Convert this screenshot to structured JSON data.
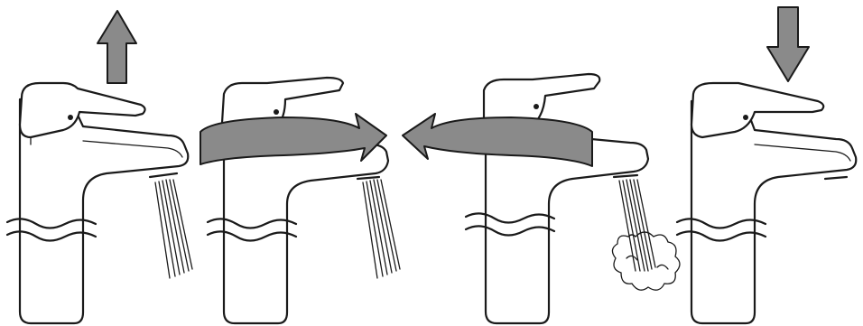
{
  "panels": [
    {
      "id": "lift-lever-up",
      "arrow": "up-arrow",
      "water": "cold-stream"
    },
    {
      "id": "rotate-lever-right",
      "arrow": "curved-right-arrow",
      "water": "cold-stream"
    },
    {
      "id": "rotate-lever-left",
      "arrow": "curved-left-arrow",
      "water": "hot-stream-with-steam"
    },
    {
      "id": "push-lever-down",
      "arrow": "down-arrow",
      "water": "none"
    }
  ],
  "colors": {
    "line": "#1a1a1a",
    "arrow_fill": "#8a8a8a",
    "background": "#ffffff"
  }
}
